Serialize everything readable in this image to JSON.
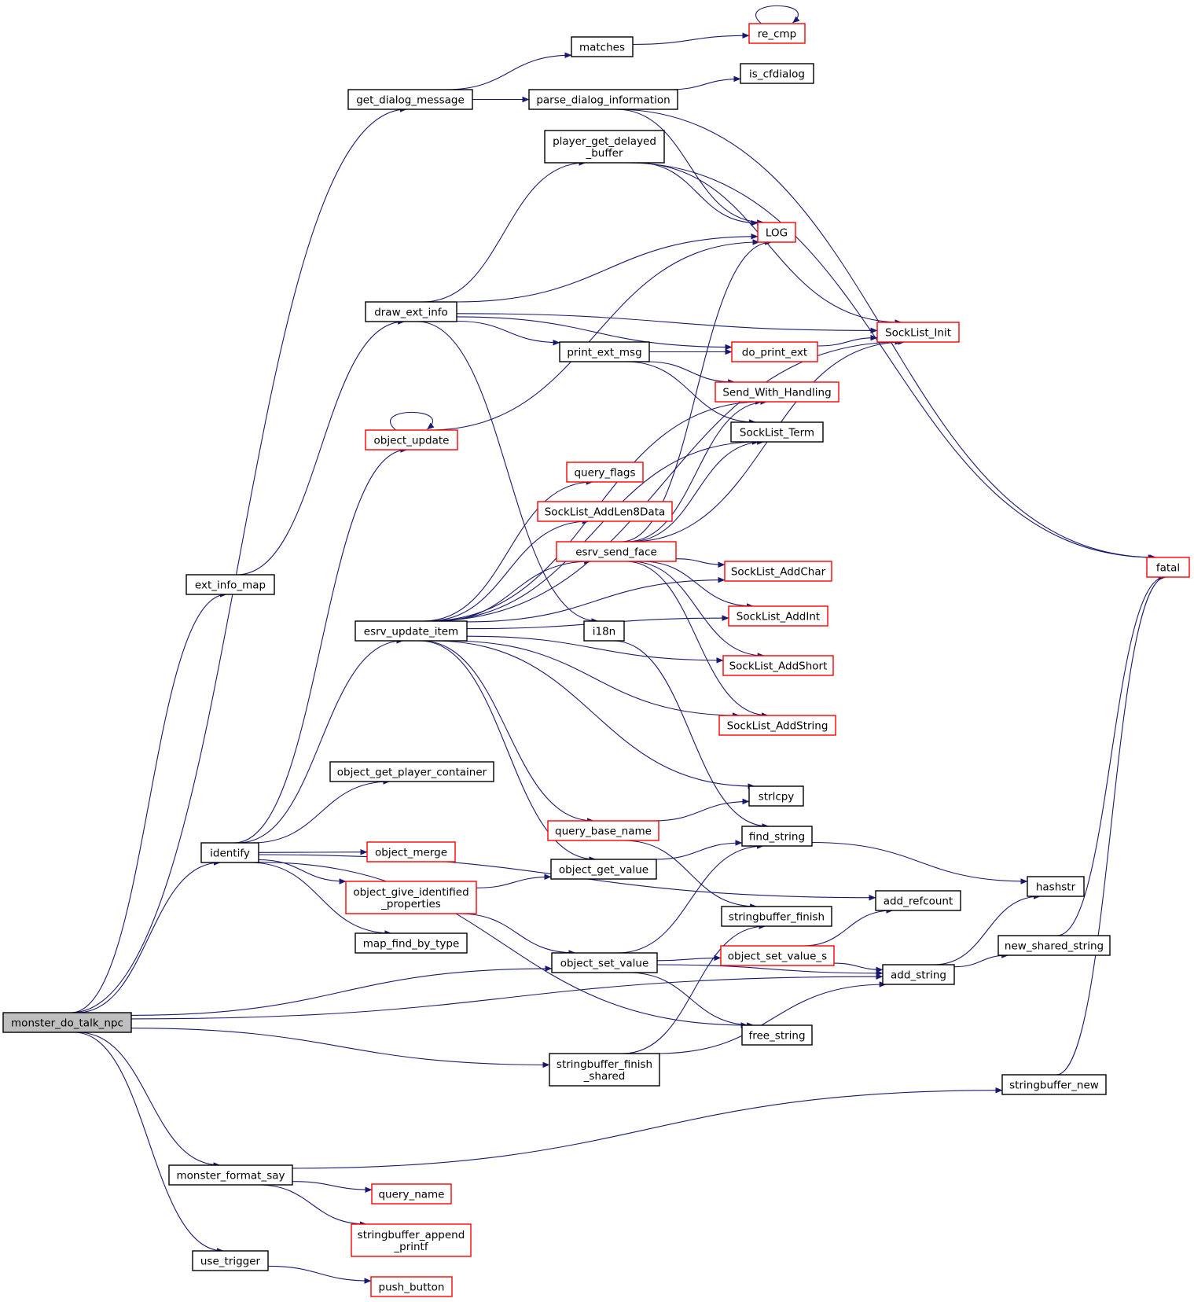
{
  "diagram": {
    "colors": {
      "edge": "#191970",
      "root_fill": "#bfbfbf",
      "node_fill": "#ffffff",
      "plain_border": "#000000",
      "truncated_border": "#ff0000"
    },
    "nodes": [
      {
        "id": "monster_do_talk_npc",
        "label": "monster_do_talk_npc",
        "style": "root"
      },
      {
        "id": "get_dialog_message",
        "label": "get_dialog_message",
        "style": "plain"
      },
      {
        "id": "matches",
        "label": "matches",
        "style": "plain"
      },
      {
        "id": "re_cmp",
        "label": "re_cmp",
        "style": "truncated"
      },
      {
        "id": "parse_dialog_information",
        "label": "parse_dialog_information",
        "style": "plain"
      },
      {
        "id": "is_cfdialog",
        "label": "is_cfdialog",
        "style": "plain"
      },
      {
        "id": "player_get_delayed_buffer",
        "label": "player_get_delayed\n_buffer",
        "style": "plain"
      },
      {
        "id": "LOG",
        "label": "LOG",
        "style": "truncated"
      },
      {
        "id": "fatal",
        "label": "fatal",
        "style": "truncated"
      },
      {
        "id": "draw_ext_info",
        "label": "draw_ext_info",
        "style": "plain"
      },
      {
        "id": "SockList_Init",
        "label": "SockList_Init",
        "style": "truncated"
      },
      {
        "id": "do_print_ext",
        "label": "do_print_ext",
        "style": "truncated"
      },
      {
        "id": "print_ext_msg",
        "label": "print_ext_msg",
        "style": "plain"
      },
      {
        "id": "Send_With_Handling",
        "label": "Send_With_Handling",
        "style": "truncated"
      },
      {
        "id": "SockList_Term",
        "label": "SockList_Term",
        "style": "plain"
      },
      {
        "id": "object_update",
        "label": "object_update",
        "style": "truncated"
      },
      {
        "id": "query_flags",
        "label": "query_flags",
        "style": "truncated"
      },
      {
        "id": "SockList_AddLen8Data",
        "label": "SockList_AddLen8Data",
        "style": "truncated"
      },
      {
        "id": "esrv_send_face",
        "label": "esrv_send_face",
        "style": "truncated"
      },
      {
        "id": "SockList_AddChar",
        "label": "SockList_AddChar",
        "style": "truncated"
      },
      {
        "id": "SockList_AddInt",
        "label": "SockList_AddInt",
        "style": "truncated"
      },
      {
        "id": "SockList_AddShort",
        "label": "SockList_AddShort",
        "style": "truncated"
      },
      {
        "id": "SockList_AddString",
        "label": "SockList_AddString",
        "style": "truncated"
      },
      {
        "id": "ext_info_map",
        "label": "ext_info_map",
        "style": "plain"
      },
      {
        "id": "esrv_update_item",
        "label": "esrv_update_item",
        "style": "plain"
      },
      {
        "id": "i18n",
        "label": "i18n",
        "style": "plain"
      },
      {
        "id": "object_get_player_container",
        "label": "object_get_player_container",
        "style": "plain"
      },
      {
        "id": "strlcpy",
        "label": "strlcpy",
        "style": "plain"
      },
      {
        "id": "query_base_name",
        "label": "query_base_name",
        "style": "truncated"
      },
      {
        "id": "find_string",
        "label": "find_string",
        "style": "plain"
      },
      {
        "id": "identify",
        "label": "identify",
        "style": "plain"
      },
      {
        "id": "object_merge",
        "label": "object_merge",
        "style": "truncated"
      },
      {
        "id": "object_get_value",
        "label": "object_get_value",
        "style": "plain"
      },
      {
        "id": "hashstr",
        "label": "hashstr",
        "style": "plain"
      },
      {
        "id": "object_give_identified_properties",
        "label": "object_give_identified\n_properties",
        "style": "truncated"
      },
      {
        "id": "add_refcount",
        "label": "add_refcount",
        "style": "plain"
      },
      {
        "id": "stringbuffer_finish",
        "label": "stringbuffer_finish",
        "style": "plain"
      },
      {
        "id": "map_find_by_type",
        "label": "map_find_by_type",
        "style": "plain"
      },
      {
        "id": "new_shared_string",
        "label": "new_shared_string",
        "style": "plain"
      },
      {
        "id": "object_set_value_s",
        "label": "object_set_value_s",
        "style": "truncated"
      },
      {
        "id": "object_set_value",
        "label": "object_set_value",
        "style": "plain"
      },
      {
        "id": "add_string",
        "label": "add_string",
        "style": "plain"
      },
      {
        "id": "free_string",
        "label": "free_string",
        "style": "plain"
      },
      {
        "id": "stringbuffer_finish_shared",
        "label": "stringbuffer_finish\n_shared",
        "style": "plain"
      },
      {
        "id": "stringbuffer_new",
        "label": "stringbuffer_new",
        "style": "plain"
      },
      {
        "id": "monster_format_say",
        "label": "monster_format_say",
        "style": "plain"
      },
      {
        "id": "query_name",
        "label": "query_name",
        "style": "truncated"
      },
      {
        "id": "stringbuffer_append_printf",
        "label": "stringbuffer_append\n_printf",
        "style": "truncated"
      },
      {
        "id": "use_trigger",
        "label": "use_trigger",
        "style": "plain"
      },
      {
        "id": "push_button",
        "label": "push_button",
        "style": "truncated"
      }
    ],
    "edges": [
      {
        "from": "monster_do_talk_npc",
        "to": "get_dialog_message"
      },
      {
        "from": "monster_do_talk_npc",
        "to": "ext_info_map"
      },
      {
        "from": "monster_do_talk_npc",
        "to": "identify"
      },
      {
        "from": "monster_do_talk_npc",
        "to": "object_set_value"
      },
      {
        "from": "monster_do_talk_npc",
        "to": "stringbuffer_finish_shared"
      },
      {
        "from": "monster_do_talk_npc",
        "to": "add_string"
      },
      {
        "from": "monster_do_talk_npc",
        "to": "monster_format_say"
      },
      {
        "from": "monster_do_talk_npc",
        "to": "use_trigger"
      },
      {
        "from": "get_dialog_message",
        "to": "matches"
      },
      {
        "from": "get_dialog_message",
        "to": "parse_dialog_information"
      },
      {
        "from": "matches",
        "to": "re_cmp"
      },
      {
        "from": "re_cmp",
        "to": "re_cmp"
      },
      {
        "from": "parse_dialog_information",
        "to": "is_cfdialog"
      },
      {
        "from": "parse_dialog_information",
        "to": "LOG"
      },
      {
        "from": "parse_dialog_information",
        "to": "fatal"
      },
      {
        "from": "player_get_delayed_buffer",
        "to": "LOG"
      },
      {
        "from": "player_get_delayed_buffer",
        "to": "SockList_Init"
      },
      {
        "from": "player_get_delayed_buffer",
        "to": "fatal"
      },
      {
        "from": "ext_info_map",
        "to": "draw_ext_info"
      },
      {
        "from": "draw_ext_info",
        "to": "player_get_delayed_buffer"
      },
      {
        "from": "draw_ext_info",
        "to": "LOG"
      },
      {
        "from": "draw_ext_info",
        "to": "SockList_Init"
      },
      {
        "from": "draw_ext_info",
        "to": "do_print_ext"
      },
      {
        "from": "draw_ext_info",
        "to": "print_ext_msg"
      },
      {
        "from": "draw_ext_info",
        "to": "i18n"
      },
      {
        "from": "print_ext_msg",
        "to": "do_print_ext"
      },
      {
        "from": "print_ext_msg",
        "to": "Send_With_Handling"
      },
      {
        "from": "print_ext_msg",
        "to": "SockList_Term"
      },
      {
        "from": "do_print_ext",
        "to": "SockList_Init"
      },
      {
        "from": "object_update",
        "to": "object_update"
      },
      {
        "from": "object_update",
        "to": "LOG"
      },
      {
        "from": "esrv_update_item",
        "to": "SockList_Init"
      },
      {
        "from": "esrv_update_item",
        "to": "Send_With_Handling"
      },
      {
        "from": "esrv_update_item",
        "to": "SockList_Term"
      },
      {
        "from": "esrv_update_item",
        "to": "query_flags"
      },
      {
        "from": "esrv_update_item",
        "to": "SockList_AddLen8Data"
      },
      {
        "from": "esrv_update_item",
        "to": "esrv_send_face"
      },
      {
        "from": "esrv_update_item",
        "to": "SockList_AddChar"
      },
      {
        "from": "esrv_update_item",
        "to": "SockList_AddInt"
      },
      {
        "from": "esrv_update_item",
        "to": "SockList_AddShort"
      },
      {
        "from": "esrv_update_item",
        "to": "SockList_AddString"
      },
      {
        "from": "esrv_update_item",
        "to": "strlcpy"
      },
      {
        "from": "esrv_update_item",
        "to": "query_base_name"
      },
      {
        "from": "esrv_update_item",
        "to": "object_get_value"
      },
      {
        "from": "esrv_send_face",
        "to": "LOG"
      },
      {
        "from": "esrv_send_face",
        "to": "SockList_Init"
      },
      {
        "from": "esrv_send_face",
        "to": "Send_With_Handling"
      },
      {
        "from": "esrv_send_face",
        "to": "SockList_Term"
      },
      {
        "from": "esrv_send_face",
        "to": "SockList_AddChar"
      },
      {
        "from": "esrv_send_face",
        "to": "SockList_AddInt"
      },
      {
        "from": "esrv_send_face",
        "to": "SockList_AddShort"
      },
      {
        "from": "esrv_send_face",
        "to": "SockList_AddString"
      },
      {
        "from": "i18n",
        "to": "find_string"
      },
      {
        "from": "query_base_name",
        "to": "strlcpy"
      },
      {
        "from": "query_base_name",
        "to": "stringbuffer_finish"
      },
      {
        "from": "identify",
        "to": "object_update"
      },
      {
        "from": "identify",
        "to": "esrv_update_item"
      },
      {
        "from": "identify",
        "to": "object_get_player_container"
      },
      {
        "from": "identify",
        "to": "add_refcount"
      },
      {
        "from": "identify",
        "to": "object_merge"
      },
      {
        "from": "identify",
        "to": "object_give_identified_properties"
      },
      {
        "from": "identify",
        "to": "map_find_by_type"
      },
      {
        "from": "identify",
        "to": "free_string"
      },
      {
        "from": "object_give_identified_properties",
        "to": "object_get_value"
      },
      {
        "from": "object_give_identified_properties",
        "to": "object_set_value"
      },
      {
        "from": "object_get_value",
        "to": "find_string"
      },
      {
        "from": "find_string",
        "to": "hashstr"
      },
      {
        "from": "object_set_value",
        "to": "find_string"
      },
      {
        "from": "object_set_value",
        "to": "object_set_value_s"
      },
      {
        "from": "object_set_value",
        "to": "add_string"
      },
      {
        "from": "object_set_value",
        "to": "free_string"
      },
      {
        "from": "object_set_value_s",
        "to": "add_refcount"
      },
      {
        "from": "object_set_value_s",
        "to": "add_string"
      },
      {
        "from": "add_string",
        "to": "hashstr"
      },
      {
        "from": "add_string",
        "to": "new_shared_string"
      },
      {
        "from": "new_shared_string",
        "to": "fatal"
      },
      {
        "from": "stringbuffer_finish_shared",
        "to": "stringbuffer_finish"
      },
      {
        "from": "stringbuffer_finish_shared",
        "to": "add_string"
      },
      {
        "from": "stringbuffer_new",
        "to": "fatal"
      },
      {
        "from": "monster_format_say",
        "to": "stringbuffer_new"
      },
      {
        "from": "monster_format_say",
        "to": "query_name"
      },
      {
        "from": "monster_format_say",
        "to": "stringbuffer_append_printf"
      },
      {
        "from": "use_trigger",
        "to": "push_button"
      }
    ]
  }
}
